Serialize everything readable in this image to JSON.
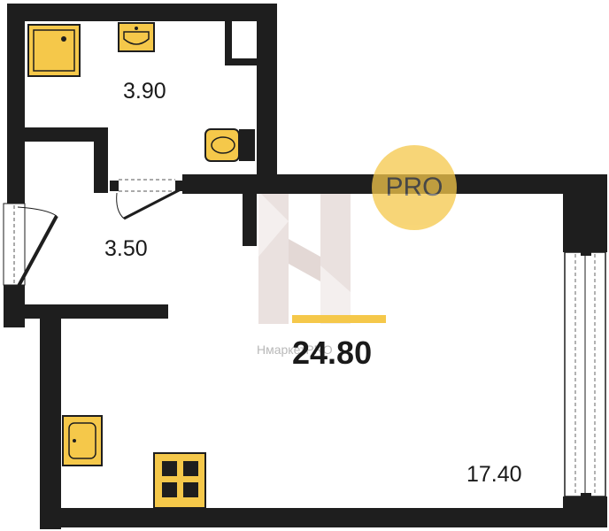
{
  "rooms": {
    "bathroom_area": "3.90",
    "hallway_area": "3.50",
    "living_area": "17.40"
  },
  "total_area": "24.80",
  "watermark": {
    "badge_text": "PRO",
    "brand_text": "НмаркетPRO"
  },
  "colors": {
    "wall": "#1e1e1e",
    "fixture": "#f5c84a",
    "accent_bar": "#f5c84a",
    "watermark_logo": "#e2d6d3"
  },
  "fixtures": [
    "shower-icon",
    "bathroom-sink-icon",
    "toilet-icon",
    "kitchen-sink-icon",
    "stove-icon"
  ]
}
